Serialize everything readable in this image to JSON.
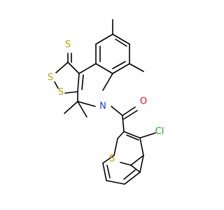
{
  "molecule": {
    "atoms": {
      "thione_s": "S",
      "dithiole_s1": "S",
      "dithiole_s2": "S",
      "ring_n": "N",
      "carbonyl_o": "O",
      "chloro": "Cl",
      "thiophene_s": "S"
    },
    "colors": {
      "sulfur": "#b5a000",
      "nitrogen": "#1f3bd6",
      "oxygen": "#e0141e",
      "chlorine": "#1fa01f",
      "bond": "#000000",
      "background": "#ffffff"
    }
  }
}
